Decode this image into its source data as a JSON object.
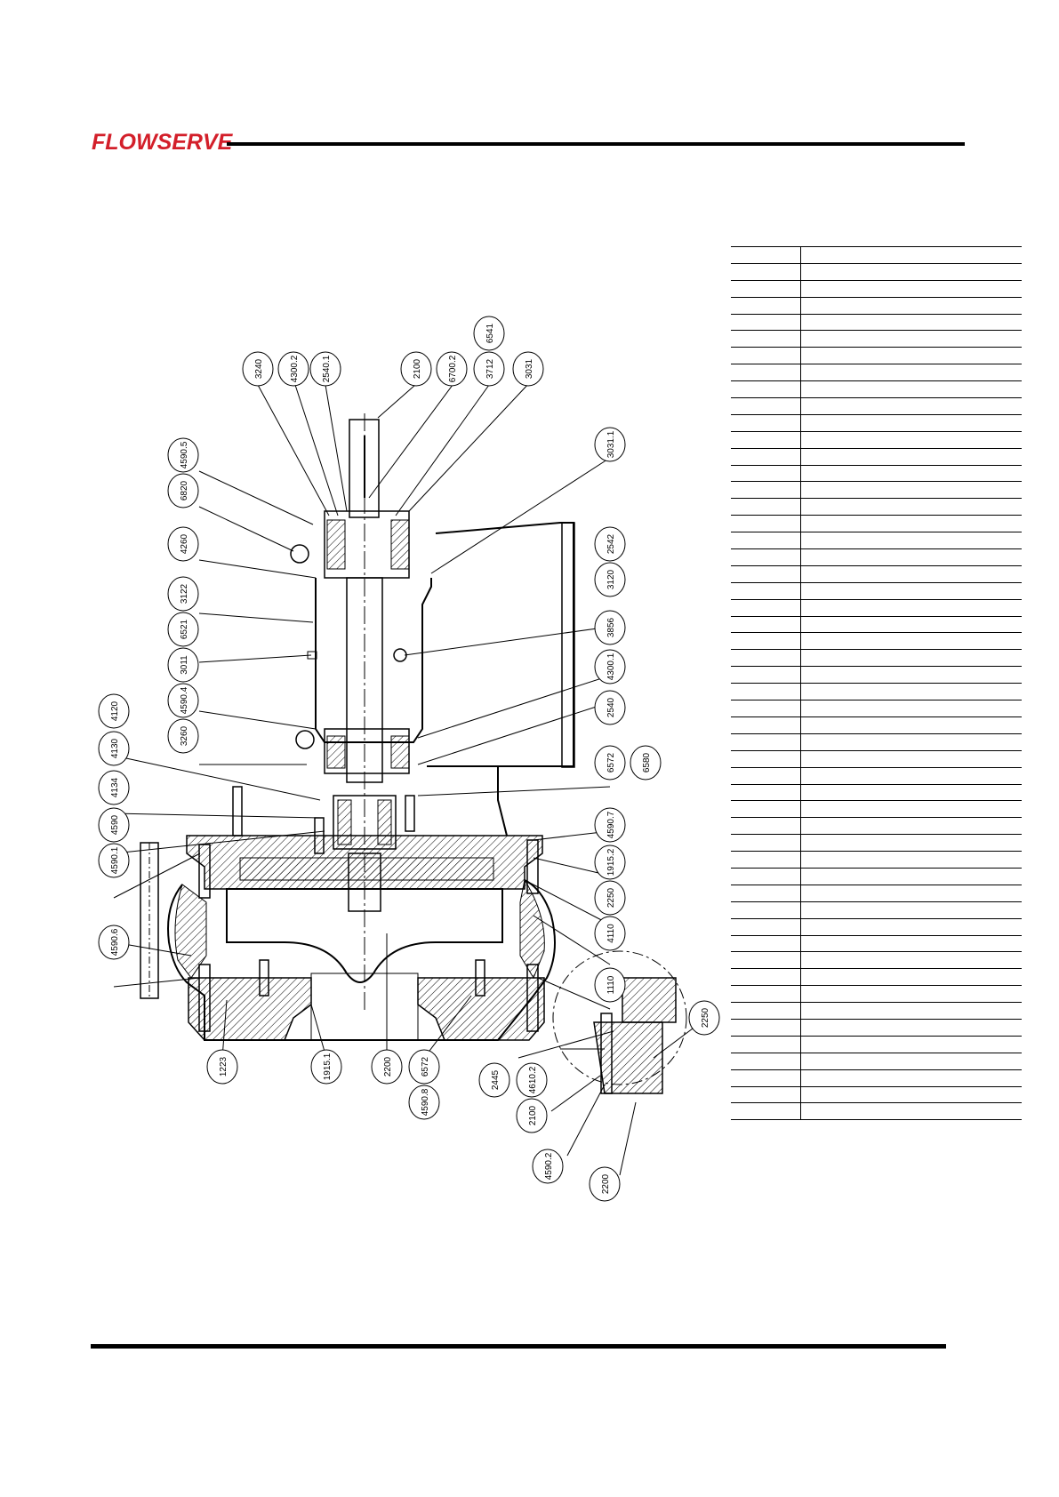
{
  "header": {
    "brand": "FLOWSERVE",
    "brand_color": "#d31f2a"
  },
  "drawing": {
    "part_labels": [
      "3240",
      "4300.2",
      "2540.1",
      "2100",
      "6700.2",
      "3712",
      "6541",
      "3031",
      "4590.5",
      "6820",
      "3031.1",
      "4260",
      "2542",
      "3122",
      "3120",
      "6521",
      "3856",
      "3011",
      "4300.1",
      "4590.4",
      "2540",
      "3260",
      "4120",
      "6572",
      "6580",
      "4130",
      "4134",
      "4590",
      "4590.7",
      "4590.1",
      "1915.2",
      "2250",
      "4110",
      "4590.6",
      "1110",
      "1223",
      "1915.1",
      "2200",
      "6572",
      "4590.8",
      "2250",
      "2445",
      "4610.2",
      "2100",
      "4590.2",
      "2200"
    ]
  },
  "parts_table": {
    "row_count": 52
  }
}
